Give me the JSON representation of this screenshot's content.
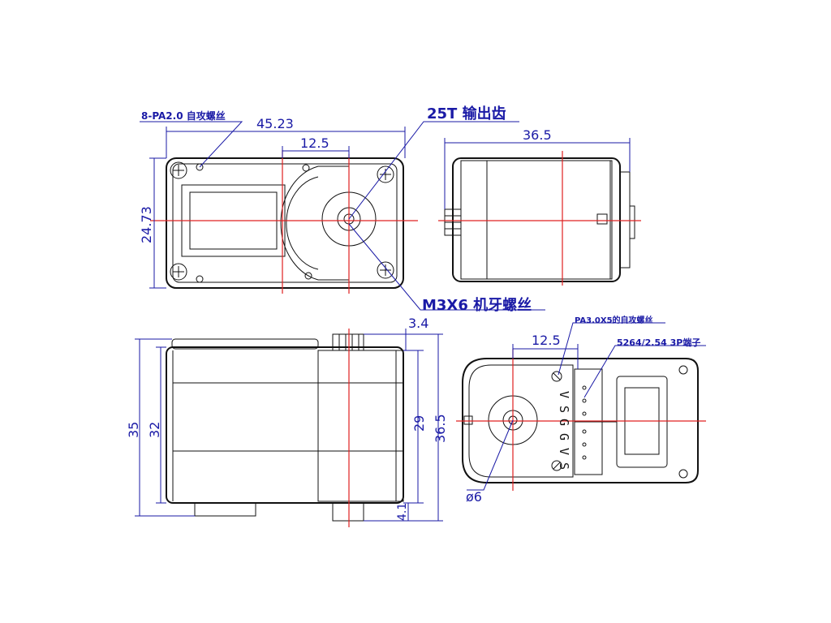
{
  "colors": {
    "outline": "#111111",
    "dimension": "#1a1aa6",
    "centerline": "#e02020",
    "background": "#ffffff"
  },
  "top_view": {
    "width_dim": "45.23",
    "height_dim": "24.73",
    "offset_dim": "12.5",
    "screw_label": "8-PA2.0 自攻螺丝",
    "spline_label": "25T 输出齿",
    "horn_screw_label": "M3X6 机牙螺丝"
  },
  "side_view_right": {
    "length_dim": "36.5"
  },
  "front_view": {
    "overall_height_dim": "35",
    "body_height_dim": "32",
    "case_height_dim": "29",
    "total_height_dim": "36.5",
    "spline_height_dim": "3.4",
    "bottom_offset_dim": "4.1"
  },
  "bottom_view": {
    "offset_dim": "12.5",
    "screw_label": "PA3.0X5的自攻螺丝",
    "connector_label": "5264/2.54 3P端子",
    "shaft_label": "ø6",
    "pin_labels_upper": [
      "V",
      "S",
      "G"
    ],
    "pin_labels_lower": [
      "G",
      "V",
      "S"
    ]
  }
}
